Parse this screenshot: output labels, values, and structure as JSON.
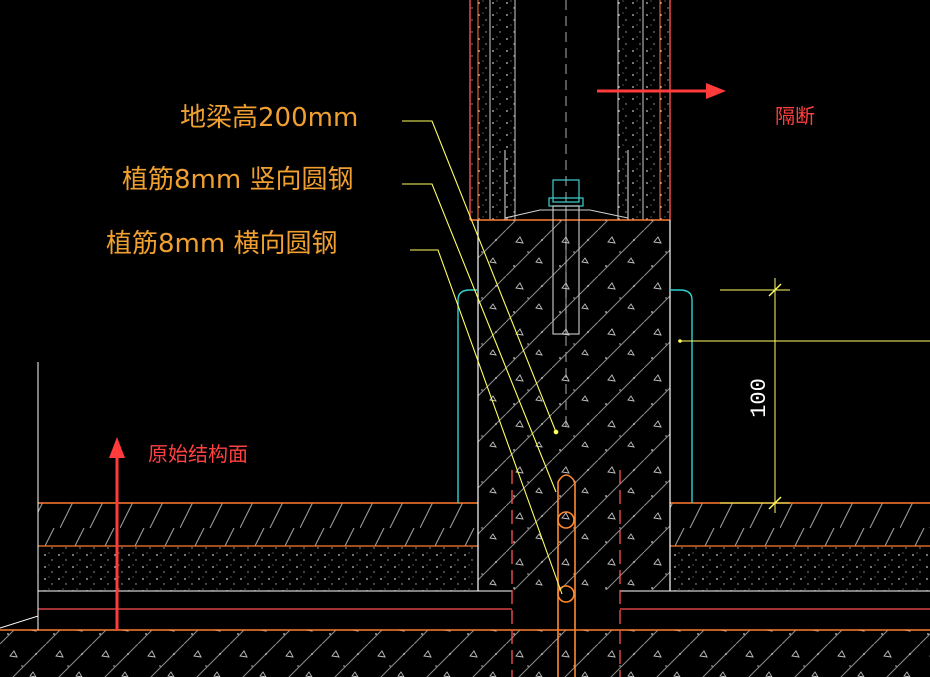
{
  "callouts": {
    "beam_height": "地梁高200mm",
    "vertical_rebar": "植筋8mm 竖向圆钢",
    "horizontal_rebar": "植筋8mm 横向圆钢"
  },
  "annotations": {
    "partition": "隔断",
    "original_structure": "原始结构面"
  },
  "dimension": {
    "value": "100"
  },
  "colors": {
    "background": "#000000",
    "callout_text": "#f0a030",
    "red_label": "#ff4040",
    "leader_line": "#ffff60",
    "concrete_outline": "#ff7a30",
    "panel_edge": "#ff5050",
    "trim": "#30d0d0",
    "hatch": "#909090"
  }
}
